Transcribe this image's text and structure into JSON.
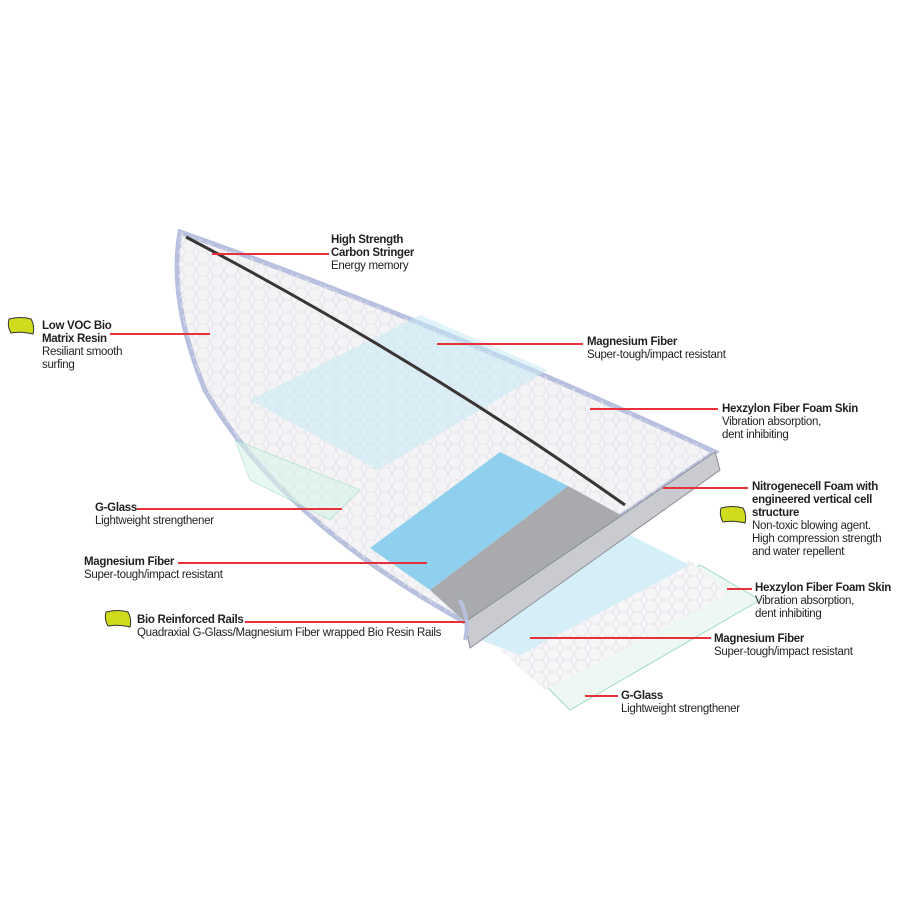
{
  "callouts": [
    {
      "title": "High Strength Carbon Stringer",
      "title_lines": [
        "High Strength",
        "Carbon Stringer"
      ],
      "desc_lines": [
        "Energy memory"
      ]
    },
    {
      "title": "Low VOC Bio Matrix Resin",
      "title_lines": [
        "Low VOC Bio",
        "Matrix Resin"
      ],
      "desc_lines": [
        "Resiliant smooth",
        "surfing"
      ],
      "eco_leaf": true
    },
    {
      "title": "Magnesium Fiber",
      "title_lines": [
        "Magnesium Fiber"
      ],
      "desc_lines": [
        "Super-tough/impact resistant"
      ]
    },
    {
      "title": "Hexzylon Fiber Foam Skin",
      "title_lines": [
        "Hexzylon Fiber Foam Skin"
      ],
      "desc_lines": [
        "Vibration absorption,",
        "dent inhibiting"
      ]
    },
    {
      "title": "Nitrogenecell Foam with engineered vertical cell structure",
      "title_lines": [
        "Nitrogenecell Foam with",
        "engineered vertical cell",
        "structure"
      ],
      "desc_lines": [
        "Non-toxic blowing agent.",
        "High compression strength",
        "and water repellent"
      ],
      "eco_leaf": true
    },
    {
      "title": "G-Glass",
      "title_lines": [
        "G-Glass"
      ],
      "desc_lines": [
        "Lightweight strengthener"
      ]
    },
    {
      "title": "Magnesium Fiber",
      "title_lines": [
        "Magnesium Fiber"
      ],
      "desc_lines": [
        "Super-tough/impact resistant"
      ]
    },
    {
      "title": "Hexzylon Fiber Foam Skin",
      "title_lines": [
        "Hexzylon Fiber Foam Skin"
      ],
      "desc_lines": [
        "Vibration absorption,",
        "dent inhibiting"
      ]
    },
    {
      "title": "Bio Reinforced Rails",
      "title_lines": [
        "Bio Reinforced Rails"
      ],
      "desc_lines": [
        "Quadraxial G-Glass/Magnesium Fiber wrapped Bio Resin Rails"
      ],
      "eco_leaf": true
    },
    {
      "title": "Magnesium Fiber",
      "title_lines": [
        "Magnesium Fiber"
      ],
      "desc_lines": [
        "Super-tough/impact resistant"
      ]
    },
    {
      "title": "G-Glass",
      "title_lines": [
        "G-Glass"
      ],
      "desc_lines": [
        "Lightweight strengthener"
      ]
    }
  ],
  "colors": {
    "leader_line": "#e8303a",
    "eco_leaf": "#cfdc1e",
    "foam_blue": "#8fd0ee",
    "foam_gray": "#a9aaad",
    "rail": "#b8c0e0"
  }
}
